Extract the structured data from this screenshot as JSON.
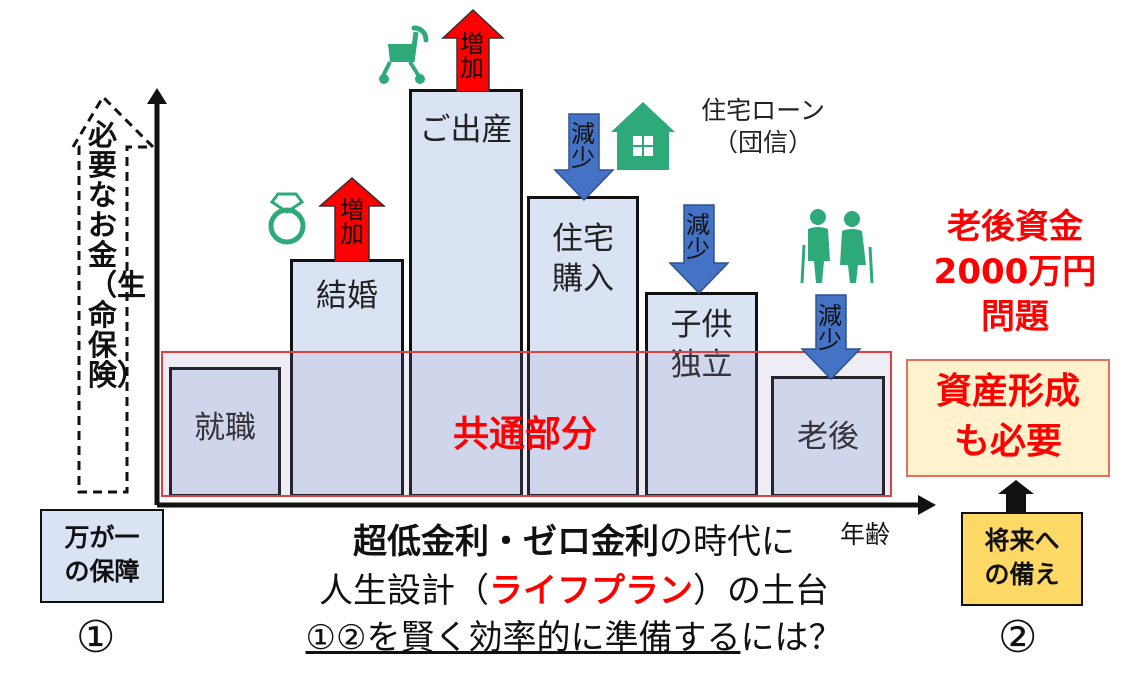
{
  "needed_label": "必要なお金（生命保険）",
  "age_label": "年齢",
  "stages": [
    {
      "label": "就職"
    },
    {
      "label": "結婚"
    },
    {
      "label": "ご出産"
    },
    {
      "label": "住宅購入",
      "lines": [
        "住宅",
        "購入"
      ]
    },
    {
      "label": "子供独立",
      "lines": [
        "子供",
        "独立"
      ]
    },
    {
      "label": "老後"
    }
  ],
  "shared_label": "共通部分",
  "arrows": {
    "increase": "増加",
    "decrease": "減少"
  },
  "housing_note": {
    "line1": "住宅ローン",
    "line2": "（団信）"
  },
  "retire_title": {
    "line1": "老後資金",
    "line2": "2000万円",
    "line3": "問題"
  },
  "asset_box": {
    "line1": "資産形成",
    "line2": "も必要"
  },
  "left_box": {
    "line1": "万が一",
    "line2": "の保障"
  },
  "right_box": {
    "line1": "将来へ",
    "line2": "の備え"
  },
  "num_left": "①",
  "num_right": "②",
  "bottom": {
    "line1_bold": "超低金利・ゼロ金利",
    "line1_rest": "の時代に",
    "line2_pre": "人生設計（",
    "line2_red": "ライフプラン",
    "line2_post": "）の土台",
    "line3_underlined": "①②を賢く効率的に準備する",
    "line3_rest": "には？"
  },
  "colors": {
    "bar_fill": "#dae3f3",
    "red": "#ff0000",
    "blue_arrow": "#4472c4",
    "icon_green": "#2eaa7a",
    "asset_box_fill": "#fff2cc",
    "left_box_fill": "#dae3f3",
    "right_box_fill": "#ffd966"
  },
  "icons": [
    "stroller-icon",
    "ring-icon",
    "house-icon",
    "elderly-couple-icon"
  ]
}
